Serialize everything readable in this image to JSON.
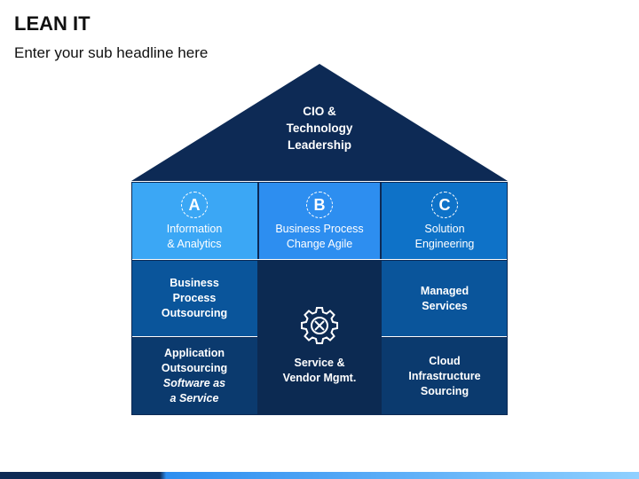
{
  "header": {
    "title": "LEAN IT",
    "subtitle": "Enter your sub headline here"
  },
  "roof": {
    "lines": [
      "CIO &",
      "Technology",
      "Leadership"
    ]
  },
  "pillars": [
    {
      "letter": "A",
      "lines": [
        "Information",
        "& Analytics"
      ],
      "color": "#3BA7F5"
    },
    {
      "letter": "B",
      "lines": [
        "Business Process",
        "Change Agile"
      ],
      "color": "#2D8EF0"
    },
    {
      "letter": "C",
      "lines": [
        "Solution",
        "Engineering"
      ],
      "color": "#0E72C8"
    }
  ],
  "middle_left": {
    "lines": [
      "Business",
      "Process",
      "Outsourcing"
    ]
  },
  "middle_right": {
    "lines": [
      "Managed",
      "Services"
    ]
  },
  "center": {
    "lines": [
      "Service &",
      "Vendor Mgmt."
    ],
    "icon": "gear-icon"
  },
  "bottom_left": {
    "lines": [
      "Application",
      "Outsourcing"
    ],
    "italic_lines": [
      "Software as",
      "a Service"
    ]
  },
  "bottom_right": {
    "lines": [
      "Cloud",
      "Infrastructure",
      "Sourcing"
    ]
  },
  "colors": {
    "roof": "#0D2A55",
    "mid_row": "#0A559B",
    "bottom_row": "#0B3A6E",
    "center": "#0C2A52",
    "frame": "#FFFFFF",
    "footer_dark": "#0D2A55",
    "footer_light": "#2D8EF0"
  }
}
